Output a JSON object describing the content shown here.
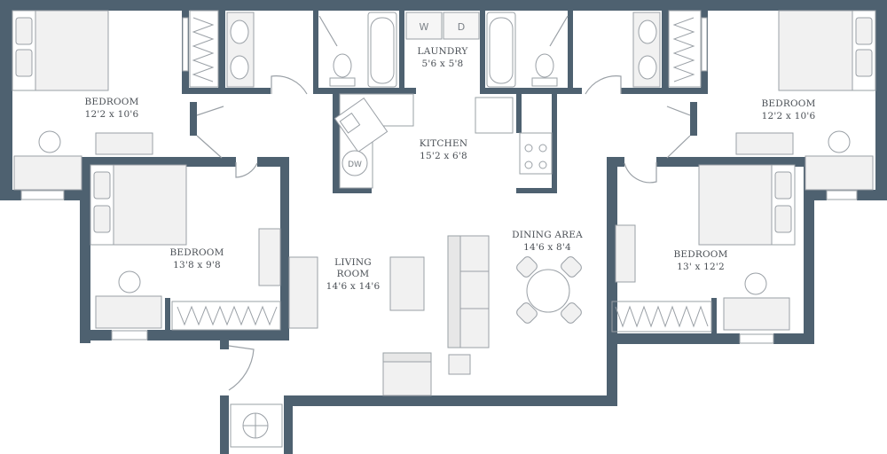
{
  "colors": {
    "wall": "#4e6170",
    "fixture": "#9aa0a6",
    "fixture_fill": "#f1f1f1",
    "text": "#4a4f55",
    "background": "#ffffff"
  },
  "rooms": {
    "bedroom_top_left": {
      "name": "BEDROOM",
      "size": "12'2 x 10'6"
    },
    "bedroom_mid_left": {
      "name": "BEDROOM",
      "size": "13'8 x 9'8"
    },
    "bedroom_top_right": {
      "name": "BEDROOM",
      "size": "12'2 x 10'6"
    },
    "bedroom_mid_right": {
      "name": "BEDROOM",
      "size": "13' x 12'2"
    },
    "laundry": {
      "name": "LAUNDRY",
      "size": "5'6 x 5'8",
      "washer_mark": "W",
      "dryer_mark": "D"
    },
    "kitchen": {
      "name": "KITCHEN",
      "size": "15'2 x 6'8",
      "dishwasher_mark": "DW"
    },
    "living_room": {
      "name_line1": "LIVING",
      "name_line2": "ROOM",
      "size": "14'6 x 14'6"
    },
    "dining_area": {
      "name": "DINING AREA",
      "size": "14'6 x 8'4"
    }
  },
  "icons": [
    "bed-icon",
    "chair-icon",
    "desk-icon",
    "dresser-icon",
    "sink-icon",
    "toilet-icon",
    "bathtub-icon",
    "stove-icon",
    "closet-icon",
    "table-icon",
    "sofa-icon",
    "door-icon",
    "hvac-unit-icon"
  ]
}
